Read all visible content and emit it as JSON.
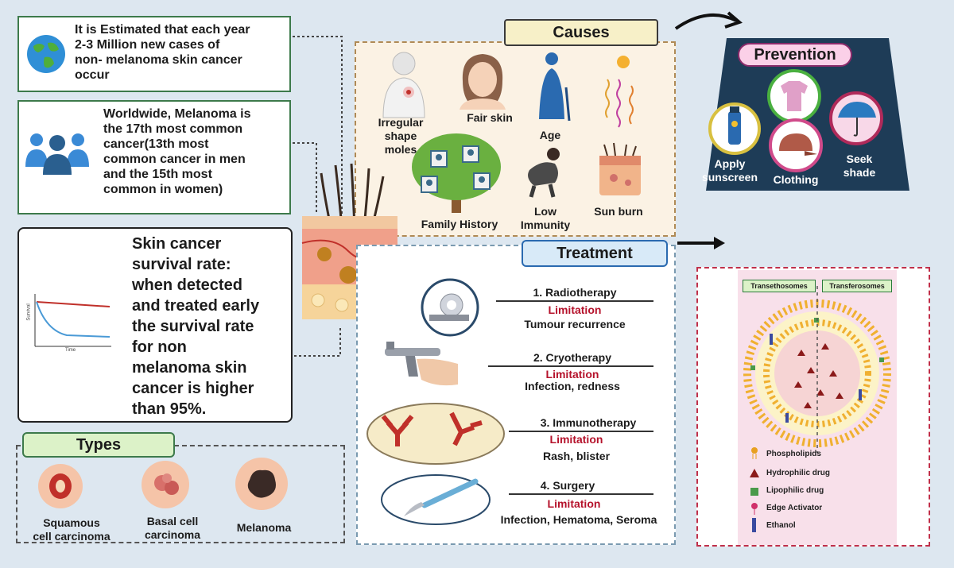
{
  "facts": {
    "estimate": [
      "It is Estimated that each year",
      "2-3 Million new cases of",
      "non- melanoma skin cancer",
      "occur"
    ],
    "melanoma_rank": [
      "Worldwide, Melanoma is",
      "the 17th most common",
      "cancer(13th most",
      "common cancer in men",
      "and the 15th most",
      "common in women)"
    ],
    "survival": [
      "Skin cancer",
      "survival rate:",
      "when  detected",
      "and treated early",
      "the survival rate",
      "for non",
      "melanoma skin",
      "cancer is higher",
      "than 95%."
    ]
  },
  "types": {
    "title": "Types",
    "items": [
      {
        "label": [
          "Squamous",
          "cell carcinoma"
        ]
      },
      {
        "label": [
          "Basal cell",
          "carcinoma"
        ]
      },
      {
        "label": [
          "Melanoma"
        ]
      }
    ]
  },
  "causes": {
    "title": "Causes",
    "items": [
      {
        "label": [
          "Irregular",
          "shape",
          "moles"
        ]
      },
      {
        "label": [
          "Fair skin"
        ]
      },
      {
        "label": [
          "Age"
        ]
      },
      {
        "label": [
          "Family History"
        ]
      },
      {
        "label": [
          "Low",
          "Immunity"
        ]
      },
      {
        "label": [
          "Sun burn"
        ]
      }
    ]
  },
  "prevention": {
    "title": "Prevention",
    "items": [
      {
        "label": [
          "Apply",
          "sunscreen"
        ]
      },
      {
        "label": [
          "Clothing"
        ]
      },
      {
        "label": [
          "Seek",
          "shade"
        ]
      }
    ]
  },
  "treatment": {
    "title": "Treatment",
    "limitation_label": "Limitation",
    "items": [
      {
        "name": "1.  Radiotherapy",
        "effect": "Tumour recurrence"
      },
      {
        "name": "2. Cryotherapy",
        "effect": "Infection, redness"
      },
      {
        "name": "3.  Immunotherapy",
        "effect": "Rash, blister"
      },
      {
        "name": "4. Surgery",
        "effect": "Infection, Hematoma, Seroma"
      }
    ]
  },
  "vesicles": {
    "left_tag": "Transethosomes",
    "right_tag": "Transferosomes",
    "legend": [
      {
        "text": "Phospholipids",
        "color": "#e8a020"
      },
      {
        "text": "Hydrophilic drug",
        "color": "#8b1a1a"
      },
      {
        "text": "Lipophilic drug",
        "color": "#4a9a4a"
      },
      {
        "text": "Edge Activator",
        "color": "#d0306a"
      },
      {
        "text": "Ethanol",
        "color": "#3a4aa0"
      }
    ]
  },
  "mini_chart": {
    "y_label": "Survival",
    "x_label": "Time"
  },
  "colors": {
    "accent_green": "#3d7a4b",
    "limitation_red": "#b5122b",
    "prevention_bg": "#1e3c57",
    "vesicle_border": "#c0304a"
  }
}
